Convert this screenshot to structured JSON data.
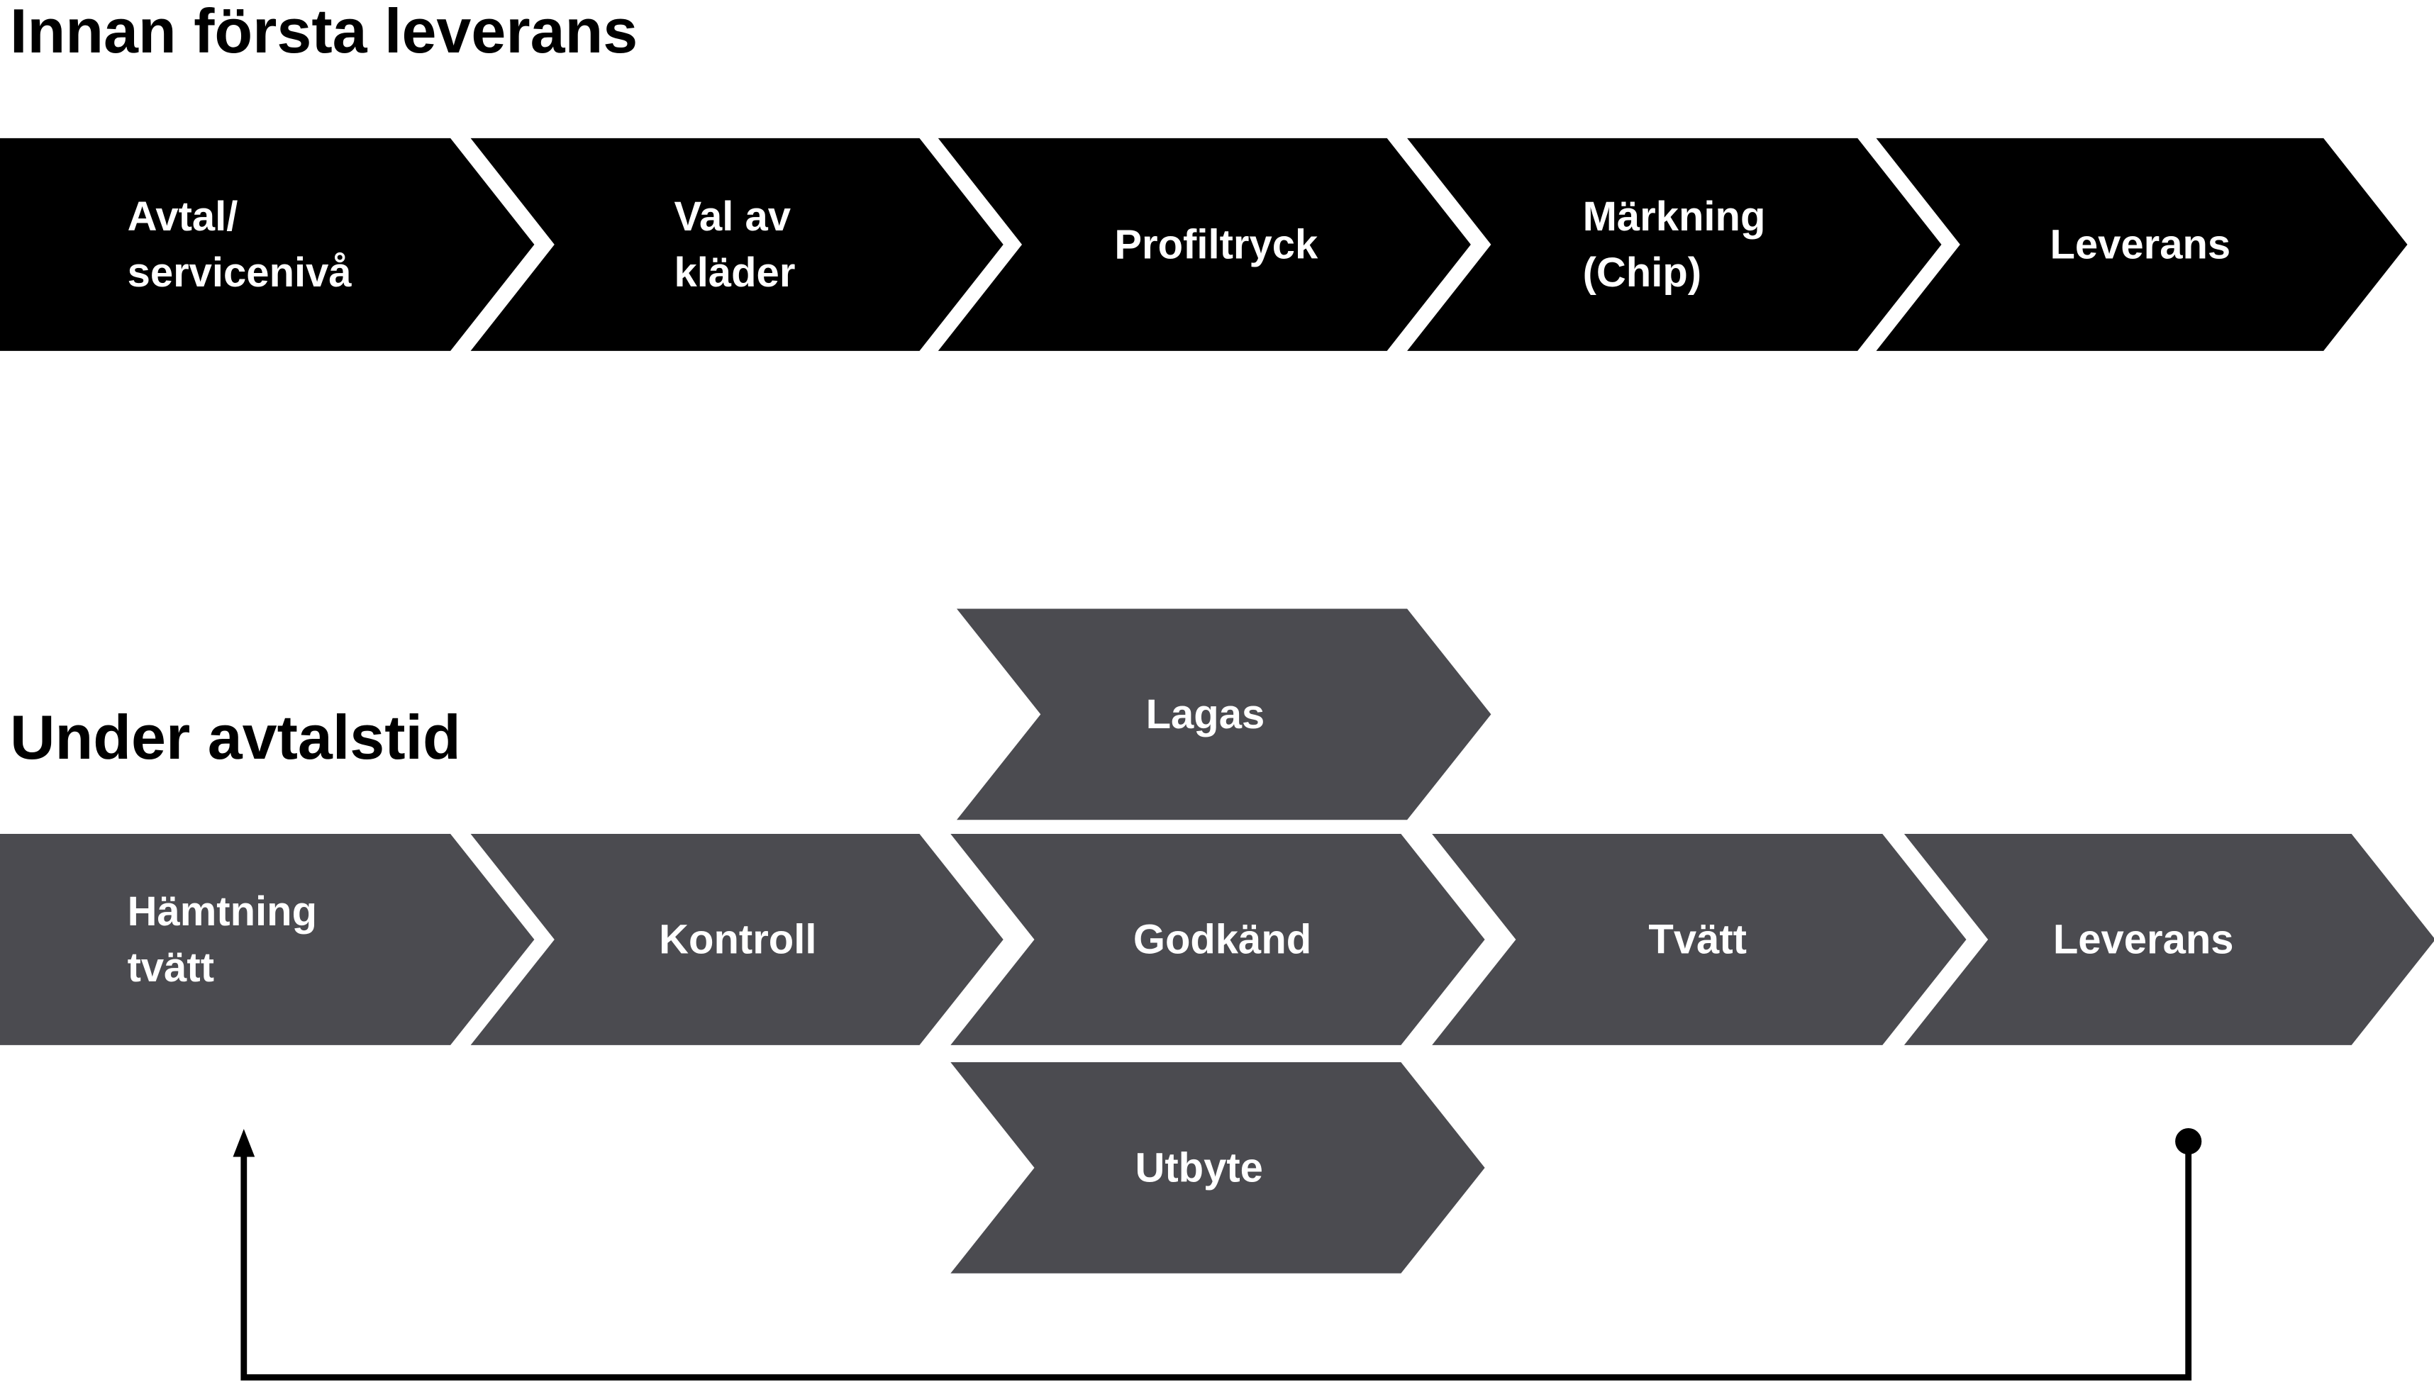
{
  "sections": [
    {
      "title": "Innan första leverans",
      "color": "#000000",
      "steps": [
        {
          "label": [
            "Avtal/",
            "servicenivå"
          ],
          "align": "left"
        },
        {
          "label": [
            "Val av",
            "kläder"
          ],
          "align": "left"
        },
        {
          "label": [
            "Profiltryck"
          ],
          "align": "center"
        },
        {
          "label": [
            "Märkning",
            "(Chip)"
          ],
          "align": "left"
        },
        {
          "label": [
            "Leverans"
          ],
          "align": "center"
        }
      ]
    },
    {
      "title": "Under avtalstid",
      "color": "#4b4b50",
      "steps": [
        {
          "label": [
            "Hämtning",
            "tvätt"
          ],
          "align": "left"
        },
        {
          "label": [
            "Kontroll"
          ],
          "align": "center"
        },
        {
          "label": [
            "Godkänd"
          ],
          "align": "center"
        },
        {
          "label": [
            "Tvätt"
          ],
          "align": "center"
        },
        {
          "label": [
            "Leverans"
          ],
          "align": "center"
        }
      ],
      "branches": [
        {
          "label": [
            "Lagas"
          ],
          "position": "above",
          "attached_to": "Godkänd"
        },
        {
          "label": [
            "Utbyte"
          ],
          "position": "below",
          "attached_to": "Godkänd"
        }
      ],
      "loop": {
        "from": "Leverans",
        "to": "Hämtning tvätt",
        "color": "#000000"
      }
    }
  ]
}
